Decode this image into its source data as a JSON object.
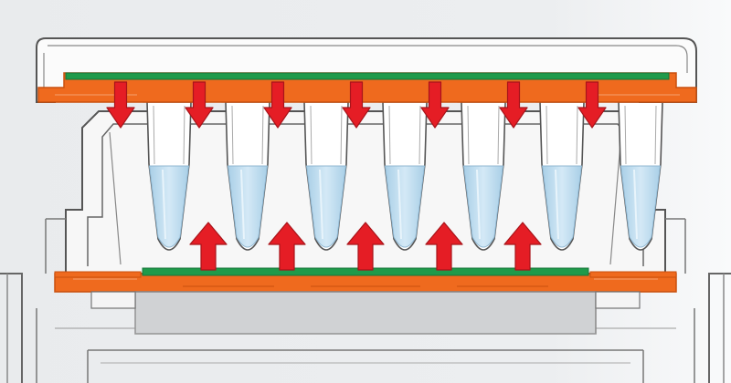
{
  "diagram": {
    "tube_count": 7,
    "down_arrow_count": 7,
    "up_arrow_count": 5,
    "colors": {
      "background": "#e6e8ea",
      "housing_fill": "#f7f7f7",
      "housing_stroke": "#555555",
      "heater_orange": "#ef6a1e",
      "heater_orange_dark": "#c9500f",
      "heat_plate_green": "#1f9a4a",
      "arrow_red": "#e51d25",
      "arrow_red_dark": "#a8141a",
      "tube_fill": "#ffffff",
      "liquid_blue": "#bcdcef",
      "base_gray": "#d0d2d4"
    }
  }
}
